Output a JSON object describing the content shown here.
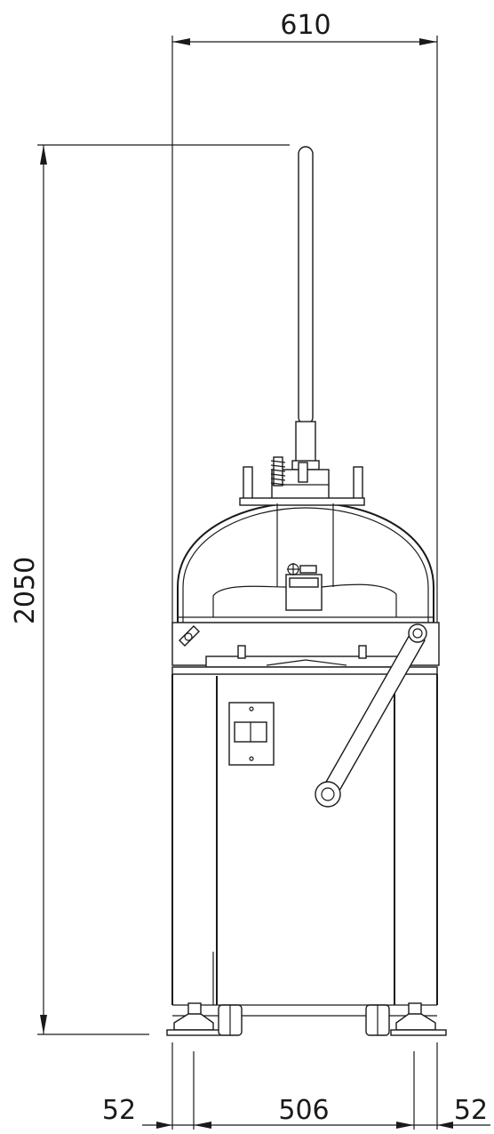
{
  "dimensions": {
    "overall_width": "610",
    "overall_height": "2050",
    "left_offset": "52",
    "center_span": "506",
    "right_offset": "52"
  },
  "colors": {
    "line": "#1a1a1a",
    "background": "#ffffff"
  }
}
